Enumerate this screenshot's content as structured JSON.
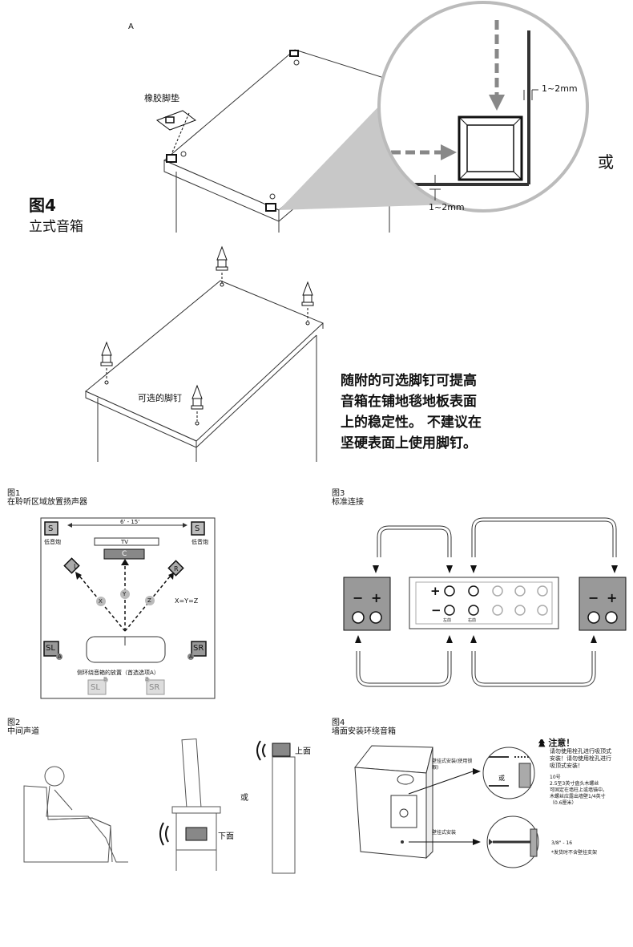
{
  "top": {
    "corner_mark": "A",
    "rubber_pad_label": "橡胶脚垫",
    "gap_top": "1~2mm",
    "gap_bottom": "1~2mm",
    "or_label": "或",
    "figure_title": "图4",
    "figure_subtitle": "立式音箱"
  },
  "spikes": {
    "optional_spike_label": "可选的脚钉",
    "note_lines": [
      "随附的可选脚钉可提高",
      "音箱在铺地毯地板表面",
      "上的稳定性。 不建议在",
      "坚硬表面上使用脚钉。"
    ]
  },
  "fig1": {
    "title": "图1",
    "subtitle": "在聆听区域放置扬声器",
    "distance": "6' - 15'",
    "tv": "TV",
    "c": "C",
    "l": "L",
    "r": "R",
    "s_left": "S",
    "s_right": "S",
    "sub_left_label": "低音炮",
    "sub_right_label": "低音炮",
    "x": "X",
    "y": "Y",
    "z": "Z",
    "equation": "X=Y=Z",
    "sl": "SL",
    "sr": "SR",
    "sl_b": "SL",
    "sr_b": "SR",
    "badge_a": "A",
    "badge_b": "B",
    "surround_note": "侧环绕音箱的放置（首选选项A）"
  },
  "fig3": {
    "title": "图3",
    "subtitle": "标准连接",
    "minus": "−",
    "plus": "+",
    "left_label": "左前",
    "right_label": "右前"
  },
  "fig2": {
    "title": "图2",
    "subtitle": "中间声道",
    "top_label": "上面",
    "bottom_label": "下面",
    "or_label": "或"
  },
  "fig4b": {
    "title": "图4",
    "subtitle": "墙面安装环绕音箱",
    "keyhole_label": "壁挂式安装(使用锁眼)",
    "bracket_label": "壁挂式安装",
    "or_label": "或",
    "caution_title": "注意！",
    "caution_text": [
      "请勿使用栓孔进行吸顶式",
      "安装！请勿使用栓孔进行",
      "吸顶式安装！"
    ],
    "screw_spec": [
      "10号",
      "2.5至3英寸盘头木螺丝",
      "可固定在墙柱上或墙锚中。",
      "木螺丝应露出墙壁1/4英寸",
      "（0.6厘米）"
    ],
    "thread_spec": "3/8\" - 16",
    "bracket_note": "*发货时不含壁挂支架"
  }
}
